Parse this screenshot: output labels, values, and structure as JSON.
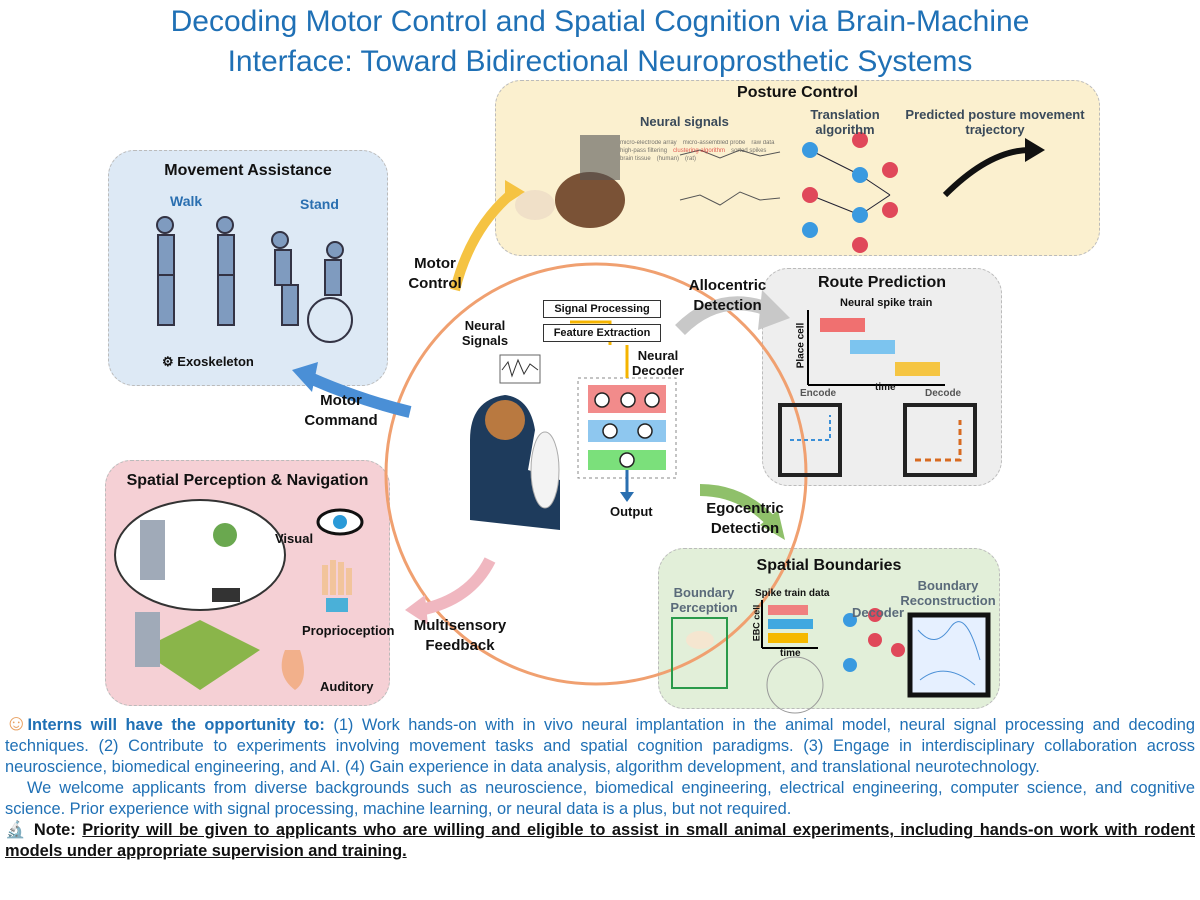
{
  "title": {
    "line1": "Decoding Motor Control and Spatial Cognition via Brain-Machine",
    "line2": "Interface: Toward Bidirectional Neuroprosthetic Systems"
  },
  "colors": {
    "title": "#1f70b5",
    "movement_panel": "#dde9f5",
    "posture_panel": "#fbf0cf",
    "route_panel": "#eeeeee",
    "spatial_panel": "#f5d0d5",
    "boundaries_panel": "#e2efd9",
    "circle": "#f0a070"
  },
  "movement": {
    "title": "Movement Assistance",
    "walk": "Walk",
    "stand": "Stand",
    "exoskeleton": "Exoskeleton"
  },
  "posture": {
    "title": "Posture Control",
    "neural_signals": "Neural signals",
    "translation": "Translation algorithm",
    "predicted": "Predicted posture movement trajectory",
    "labels": [
      "micro-electrode array",
      "micro-assembled probe",
      "raw data",
      "high-pass filtering",
      "clustering algorithm",
      "sorted spikes",
      "brain tissue",
      "(human)",
      "(rat)"
    ]
  },
  "route": {
    "title": "Route Prediction",
    "spike_train": "Neural spike train",
    "ylabel": "Place cell",
    "xlabel": "time",
    "encode": "Encode",
    "decode": "Decode"
  },
  "spatial": {
    "title": "Spatial Perception & Navigation",
    "visual": "Visual",
    "proprioception": "Proprioception",
    "auditory": "Auditory"
  },
  "boundaries": {
    "title": "Spatial Boundaries",
    "perception": "Boundary Perception",
    "spike_data": "Spike train data",
    "ylabel": "EBC cell",
    "xlabel": "time",
    "decoder": "Decoder",
    "reconstruction": "Boundary Reconstruction"
  },
  "center": {
    "neural_signals": "Neural Signals",
    "signal_processing": "Signal Processing",
    "feature_extraction": "Feature Extraction",
    "neural_decoder": "Neural Decoder",
    "output": "Output"
  },
  "arrows": {
    "motor_control": "Motor Control",
    "motor_command": "Motor Command",
    "allocentric": "Allocentric Detection",
    "egocentric": "Egocentric Detection",
    "multisensory": "Multisensory Feedback"
  },
  "text": {
    "intro_bold": "Interns will have the opportunity to:",
    "intro_rest": " (1) Work hands-on with in vivo neural implantation in the animal model, neural signal processing and decoding techniques. (2) Contribute to experiments involving movement tasks and spatial cognition paradigms. (3) Engage in interdisciplinary collaboration across neuroscience, biomedical engineering, and AI. (4) Gain experience in data analysis, algorithm development, and translational neurotechnology.",
    "welcome": "We welcome applicants from diverse backgrounds such as neuroscience, biomedical engineering, electrical engineering, computer science, and cognitive science. Prior experience with signal processing, machine learning, or neural data is a plus, but not required.",
    "note_label": "Note:",
    "note": "Priority will be given to applicants who are willing and eligible to assist in small animal experiments, including hands-on work with rodent models under appropriate supervision and training."
  }
}
